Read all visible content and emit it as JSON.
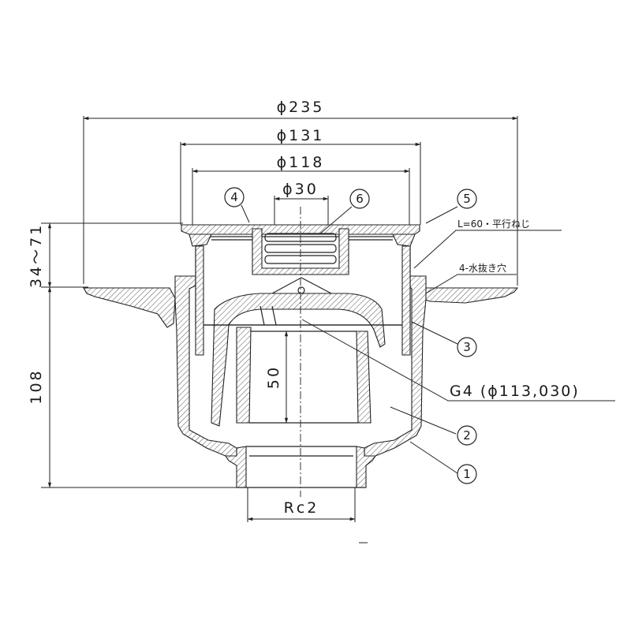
{
  "dimensions": {
    "d235": "ϕ235",
    "d131": "ϕ131",
    "d118": "ϕ118",
    "d30": "ϕ30",
    "h_range": "34～71",
    "h108": "108",
    "d50": "50",
    "rc2": "Rc2"
  },
  "callouts": {
    "c1": "1",
    "c2": "2",
    "c3": "3",
    "c4": "4",
    "c5": "5",
    "c6": "6"
  },
  "notes": {
    "screw": "L=60・平行ねじ",
    "drain": "4-水抜き穴",
    "thread": "G4 (ϕ113,030)"
  },
  "icons": {
    "hatch": "diagonal-hatch-pattern"
  }
}
